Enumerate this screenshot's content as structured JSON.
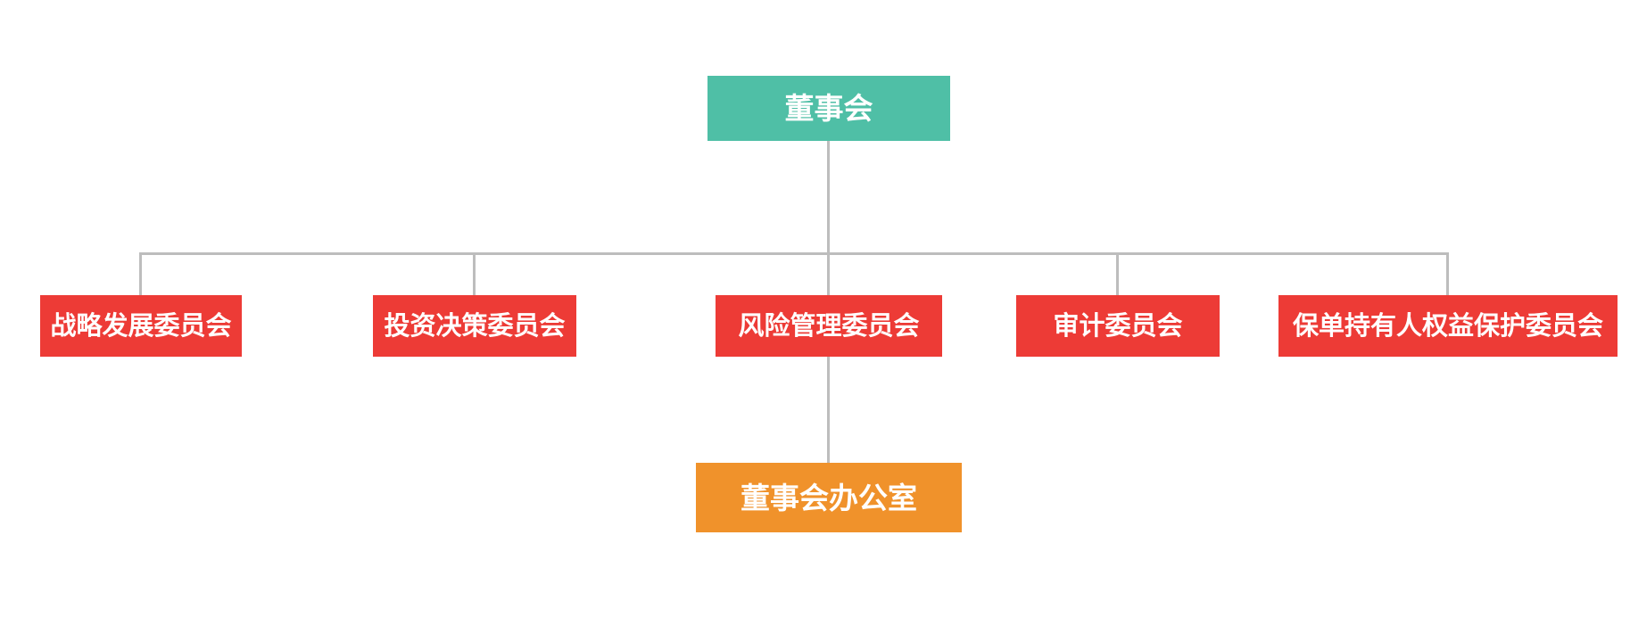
{
  "colors": {
    "root_node": "#4FBFA6",
    "committee_node": "#ED3B36",
    "office_node": "#F0922B",
    "connector": "#BDBDBD",
    "text": "#FFFFFF"
  },
  "org_chart": {
    "root": {
      "label": "董事会"
    },
    "committees": [
      {
        "label": "战略发展委员会"
      },
      {
        "label": "投资决策委员会"
      },
      {
        "label": "风险管理委员会"
      },
      {
        "label": "审计委员会"
      },
      {
        "label": "保单持有人权益保护委员会"
      }
    ],
    "office": {
      "label": "董事会办公室"
    }
  }
}
